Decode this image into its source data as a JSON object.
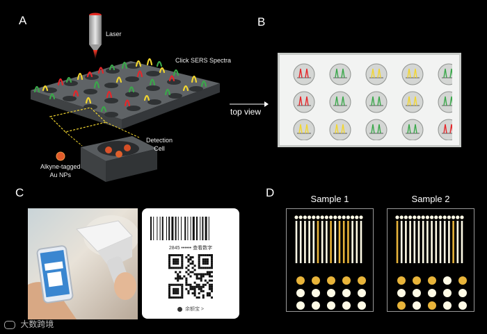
{
  "panels": {
    "a": {
      "letter": "A",
      "laser_label": "Laser",
      "spectra_label": "Click SERS Spectra",
      "detection_label_1": "Detection",
      "detection_label_2": "Cell",
      "nps_label_1": "Alkyne-tagged",
      "nps_label_2": "Au NPs",
      "arrow_label": "top view"
    },
    "b": {
      "letter": "B",
      "wells": [
        [
          "red",
          "green",
          "yellow",
          "yellow",
          "green"
        ],
        [
          "red",
          "green",
          "green",
          "yellow",
          "green"
        ],
        [
          "yellow",
          "yellow",
          "green",
          "green",
          "red"
        ]
      ]
    },
    "c": {
      "letter": "C",
      "barcode_number": "2845 •••••• 查看数字",
      "brand": "余额宝 >"
    },
    "d": {
      "letter": "D",
      "samples": [
        {
          "title": "Sample 1",
          "lines": [
            "white",
            "white",
            "white",
            "white",
            "white",
            "yellow",
            "white",
            "white",
            "yellow",
            "white",
            "yellow",
            "yellow",
            "yellow",
            "white",
            "white",
            "white"
          ],
          "dots": [
            [
              "yellow",
              "yellow",
              "yellow",
              "yellow",
              "yellow"
            ],
            [
              "white",
              "white",
              "white",
              "white",
              "white"
            ],
            [
              "white",
              "white",
              "white",
              "white",
              "white"
            ]
          ]
        },
        {
          "title": "Sample 2",
          "lines": [
            "yellow",
            "white",
            "white",
            "white",
            "white",
            "white",
            "white",
            "white",
            "white",
            "white",
            "white",
            "white",
            "white",
            "yellow",
            "white",
            "white"
          ],
          "dots": [
            [
              "yellow",
              "yellow",
              "yellow",
              "white",
              "yellow"
            ],
            [
              "white",
              "white",
              "white",
              "white",
              "white"
            ],
            [
              "yellow",
              "white",
              "yellow",
              "white",
              "white"
            ]
          ]
        }
      ]
    }
  },
  "watermark": "大数跨境",
  "colors": {
    "red": "#e5262a",
    "green": "#3aa84a",
    "yellow": "#f2d630",
    "gold": "#e8b43a",
    "blue": "#2e6fb8",
    "cream": "#fffbe6"
  }
}
